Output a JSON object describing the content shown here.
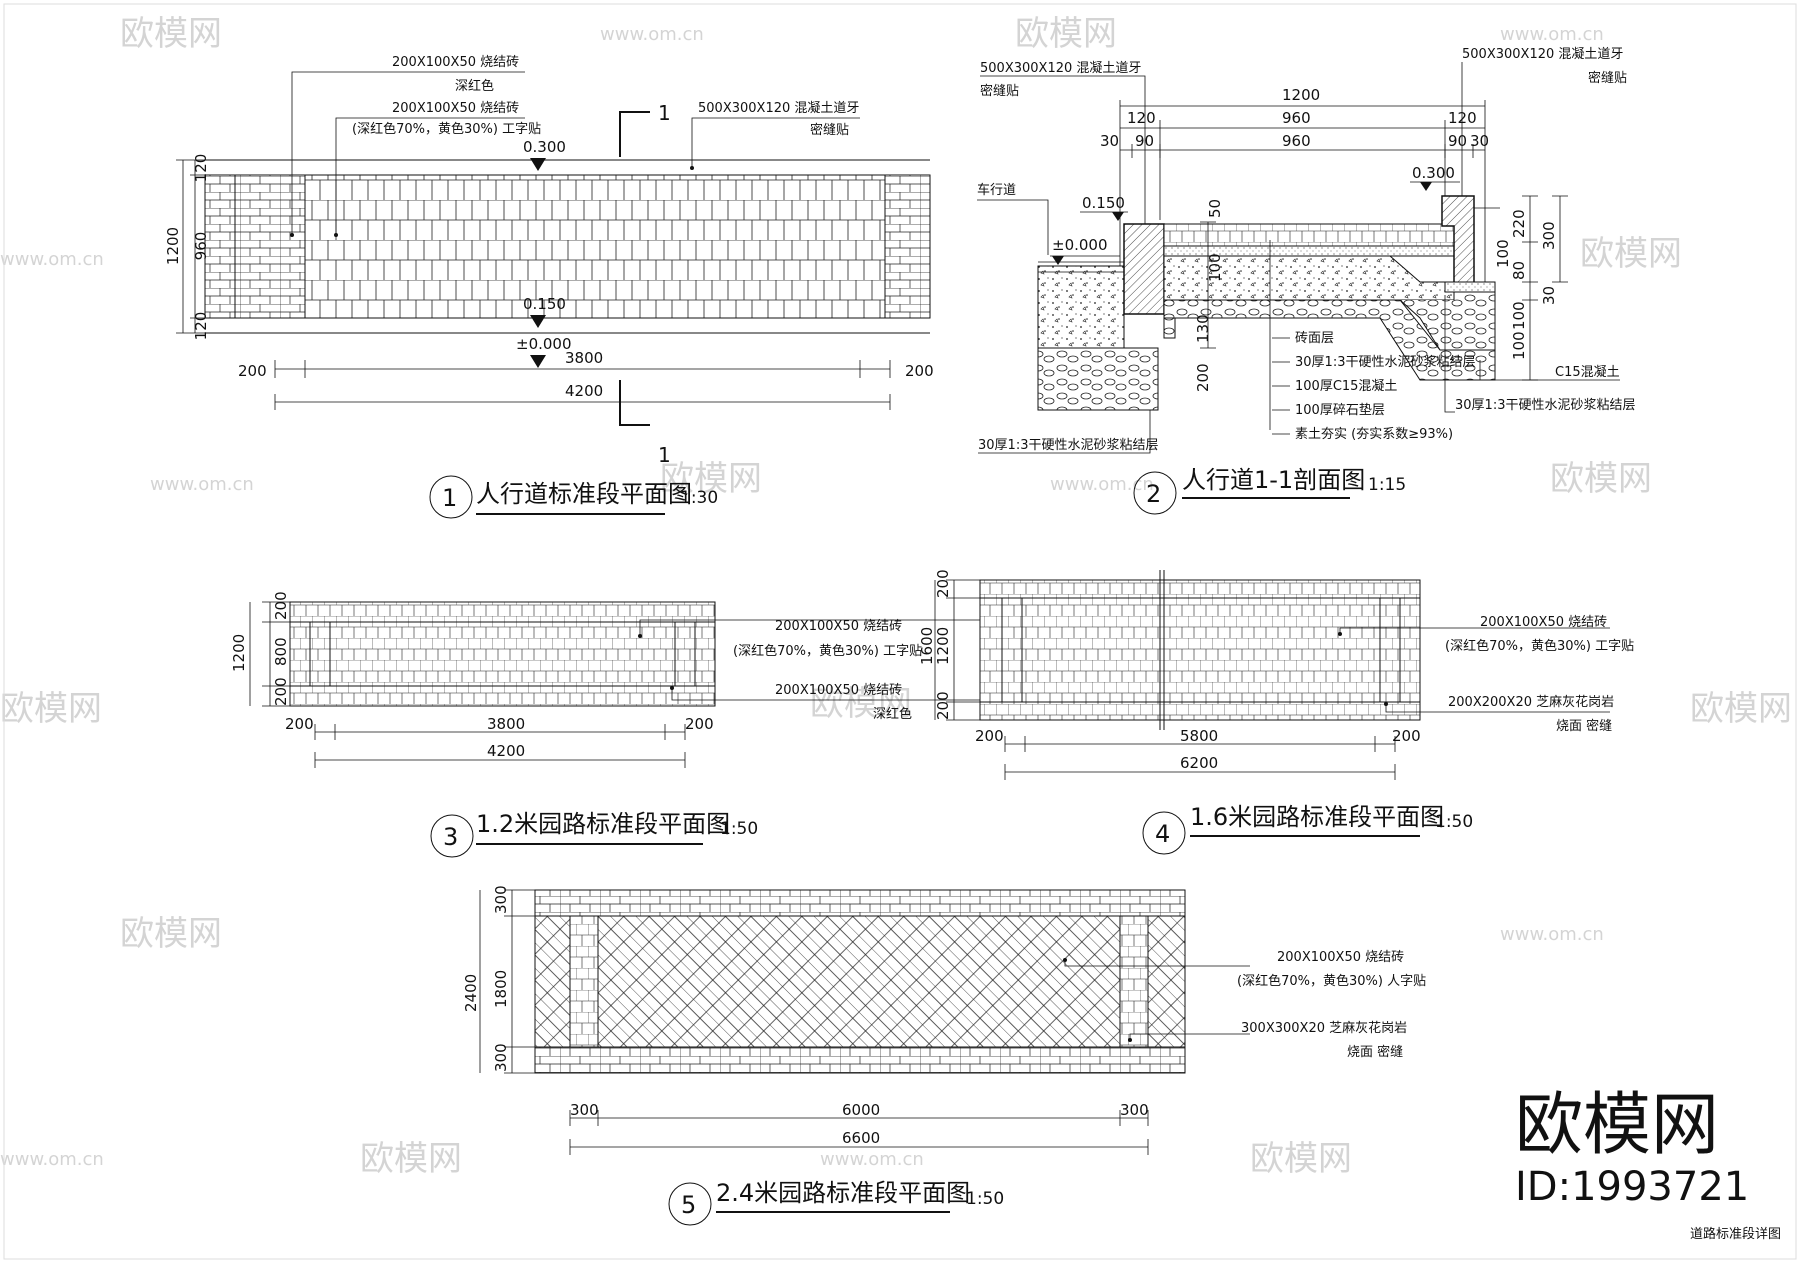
{
  "watermark": {
    "url": "www.om.cn",
    "brand": "欧模网",
    "brand_big": "欧模网",
    "id": "ID:1993721"
  },
  "sheet_title": "道路标准段详图",
  "fig1": {
    "num": "1",
    "title": "人行道标准段平面图",
    "scale": "1:30",
    "note1": "200X100X50 烧结砖",
    "note1b": "深红色",
    "note2": "200X100X50 烧结砖",
    "note2b": "(深红色70%，黄色30%) 工字贴",
    "note3": "500X300X120 混凝土道牙",
    "note3b": "密缝贴",
    "elev1": "0.300",
    "elev2": "0.150",
    "elev3": "±0.000",
    "section_mark": "1",
    "dim_left": [
      "120",
      "960",
      "120"
    ],
    "dim_total": "1200",
    "dim_bottom": [
      "200",
      "3800",
      "200"
    ],
    "dim_bottom_total": "4200"
  },
  "fig2": {
    "num": "2",
    "title": "人行道1-1剖面图",
    "scale": "1:15",
    "curb_left": "500X300X120 混凝土道牙",
    "curb_left_b": "密缝贴",
    "curb_right": "500X300X120 混凝土道牙",
    "curb_right_b": "密缝贴",
    "dim_top_total": "1200",
    "dim_row1": [
      "120",
      "960",
      "120"
    ],
    "dim_row2": [
      "30",
      "90",
      "960",
      "90",
      "30"
    ],
    "road_label": "车行道",
    "elev1": "0.150",
    "elev2": "±0.000",
    "elev3": "0.300",
    "layers": [
      "砖面层",
      "30厚1:3干硬性水泥砂浆粘结层",
      "100厚C15混凝土",
      "100厚碎石垫层",
      "素土夯实 (夯实系数≥93%)"
    ],
    "right_notes": [
      "C15混凝土",
      "30厚1:3干硬性水泥砂浆粘结层"
    ],
    "bottom_note": "30厚1:3干硬性水泥砂浆粘结层",
    "dim_v_left": [
      "50",
      "100",
      "130",
      "200"
    ],
    "dim_v_right": [
      "220",
      "300",
      "100",
      "80",
      "30",
      "100",
      "100"
    ]
  },
  "fig3": {
    "num": "3",
    "title": "1.2米园路标准段平面图",
    "scale": "1:50",
    "note1": "200X100X50 烧结砖",
    "note1b": "(深红色70%，黄色30%) 工字贴",
    "note2": "200X100X50 烧结砖",
    "note2b": "深红色",
    "dim_left": [
      "200",
      "800",
      "200"
    ],
    "dim_total": "1200",
    "dim_bottom": [
      "200",
      "3800",
      "200"
    ],
    "dim_bottom_total": "4200"
  },
  "fig4": {
    "num": "4",
    "title": "1.6米园路标准段平面图",
    "scale": "1:50",
    "note1": "200X100X50 烧结砖",
    "note1b": "(深红色70%，黄色30%) 工字贴",
    "note2": "200X200X20 芝麻灰花岗岩",
    "note2b": "烧面 密缝",
    "dim_left": [
      "200",
      "1200",
      "200"
    ],
    "dim_total": "1600",
    "dim_bottom": [
      "200",
      "5800",
      "200"
    ],
    "dim_bottom_total": "6200"
  },
  "fig5": {
    "num": "5",
    "title": "2.4米园路标准段平面图",
    "scale": "1:50",
    "note1": "200X100X50 烧结砖",
    "note1b": "(深红色70%，黄色30%) 人字贴",
    "note2": "300X300X20 芝麻灰花岗岩",
    "note2b": "烧面 密缝",
    "dim_left": [
      "300",
      "1800",
      "300"
    ],
    "dim_total": "2400",
    "dim_bottom": [
      "300",
      "6000",
      "300"
    ],
    "dim_bottom_total": "6600"
  }
}
